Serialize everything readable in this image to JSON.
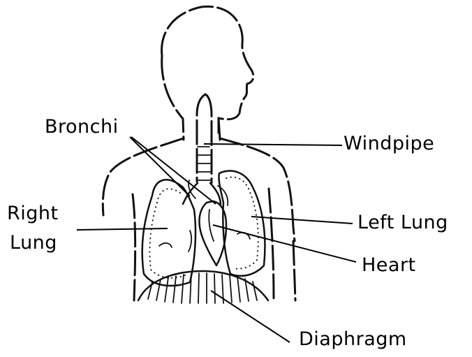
{
  "labels": {
    "bronchi": "Bronchi",
    "windpipe": "Windpipe",
    "right_lung_line1": "Right",
    "right_lung_line2": "Lung",
    "left_lung": "Left Lung",
    "heart": "Heart",
    "diaphragm": "Diaphragm"
  }
}
